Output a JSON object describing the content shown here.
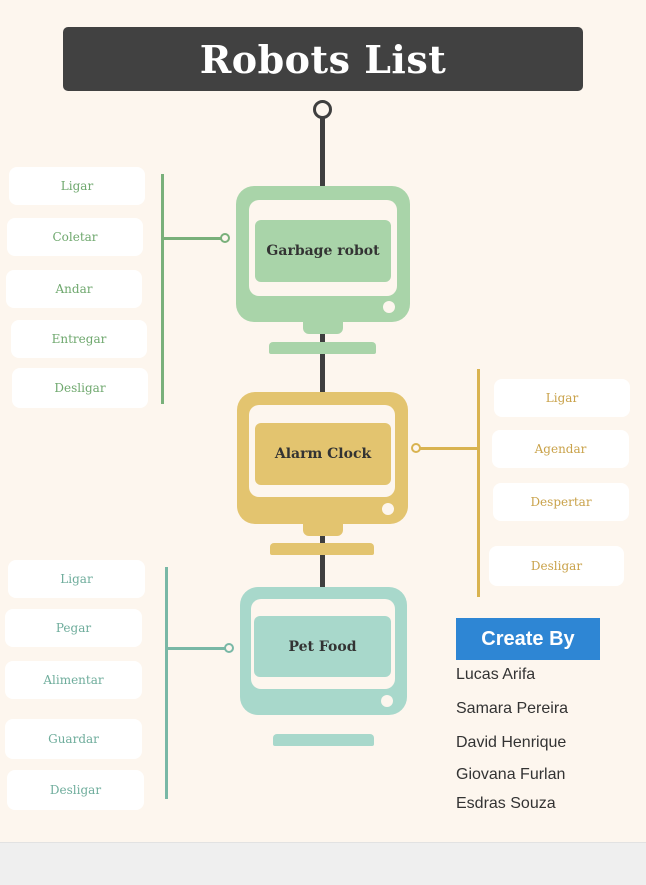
{
  "title": "Robots List",
  "colors": {
    "garbage": "#a9d4a9",
    "garbage_line": "#79b07a",
    "alarm": "#e3c46f",
    "alarm_line": "#d9b350",
    "pet": "#a8d8cb",
    "pet_line": "#79b8a6",
    "spine": "#3f3f3f",
    "credits": "#2e86d4"
  },
  "robots": [
    {
      "name": "Garbage robot",
      "actions": [
        "Ligar",
        "Coletar",
        "Andar",
        "Entregar",
        "Desligar"
      ]
    },
    {
      "name": "Alarm Clock",
      "actions": [
        "Ligar",
        "Agendar",
        "Despertar",
        "Desligar"
      ]
    },
    {
      "name": "Pet Food",
      "actions": [
        "Ligar",
        "Pegar",
        "Alimentar",
        "Guardar",
        "Desligar"
      ]
    }
  ],
  "credits": {
    "heading": "Create By",
    "names": [
      "Lucas Arifa",
      "Samara Pereira",
      "David Henrique",
      "Giovana Furlan",
      "Esdras Souza"
    ]
  }
}
